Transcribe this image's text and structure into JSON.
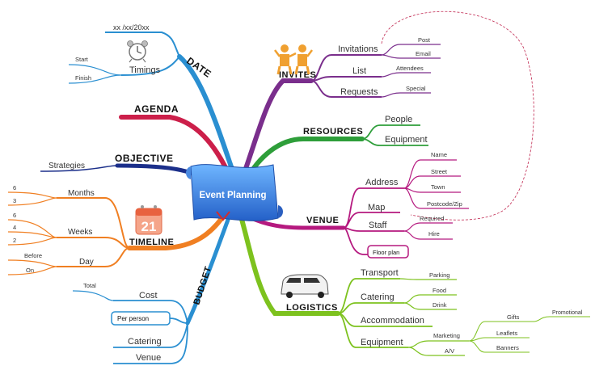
{
  "central": {
    "label": "Event Planning",
    "number_icon": "21"
  },
  "branches": {
    "date": {
      "label": "DATE",
      "date_value": "xx /xx/20xx",
      "timings": "Timings",
      "start": "Start",
      "finish": "Finish",
      "icon": "alarm-clock-icon"
    },
    "agenda": {
      "label": "AGENDA"
    },
    "objective": {
      "label": "OBJECTIVE",
      "strategies": "Strategies"
    },
    "timeline": {
      "label": "TIMELINE",
      "months": "Months",
      "months_values": [
        "6",
        "3"
      ],
      "weeks": "Weeks",
      "weeks_values": [
        "6",
        "4",
        "2"
      ],
      "day": "Day",
      "day_values": [
        "Before",
        "On"
      ],
      "icon": "calendar-icon"
    },
    "budget": {
      "label": "BUDGET",
      "cost": "Cost",
      "total": "Total",
      "per_person": "Per person",
      "catering": "Catering",
      "venue": "Venue"
    },
    "invites": {
      "label": "INVITES",
      "invitations": "Invitations",
      "post": "Post",
      "email": "Email",
      "list": "List",
      "attendees": "Attendees",
      "requests": "Requests",
      "special": "Special",
      "icon": "people-icon"
    },
    "resources": {
      "label": "RESOURCES",
      "people": "People",
      "equipment": "Equipment"
    },
    "venue": {
      "label": "VENUE",
      "address": "Address",
      "name": "Name",
      "street": "Street",
      "town": "Town",
      "postcode": "Postcode/Zip",
      "map": "Map",
      "staff": "Staff",
      "required": "Required",
      "hire": "Hire",
      "floor_plan": "Floor plan"
    },
    "logistics": {
      "label": "LOGISTICS",
      "transport": "Transport",
      "parking": "Parking",
      "catering": "Catering",
      "food": "Food",
      "drink": "Drink",
      "accommodation": "Accommodation",
      "equipment": "Equipment",
      "marketing": "Marketing",
      "av": "A/V",
      "gifts": "Gifts",
      "promotional": "Promotional",
      "leaflets": "Leaflets",
      "banners": "Banners",
      "icon": "van-icon"
    }
  },
  "colors": {
    "date": "#2a8fd1",
    "agenda": "#cc1f4a",
    "objective": "#1b2f8a",
    "timeline": "#f07f22",
    "budget": "#2a8fd1",
    "invites": "#7a2e8c",
    "resources": "#2e9e3a",
    "venue": "#b5197f",
    "logistics": "#7dc21e",
    "central": "#3a78d8",
    "dashed_link": "#c0264f"
  }
}
